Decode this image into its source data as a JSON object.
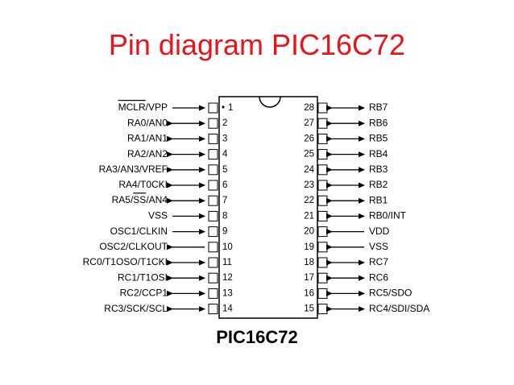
{
  "title": "Pin diagram PIC16C72",
  "title_color": "#e8131b",
  "chip_name": "PIC16C72",
  "pin1_marker": "•",
  "left_pins": [
    {
      "num": "1",
      "label": "MCLR/VPP",
      "dir": "in",
      "overline": "MCLR"
    },
    {
      "num": "2",
      "label": "RA0/AN0",
      "dir": "bi"
    },
    {
      "num": "3",
      "label": "RA1/AN1",
      "dir": "bi"
    },
    {
      "num": "4",
      "label": "RA2/AN2",
      "dir": "bi"
    },
    {
      "num": "5",
      "label": "RA3/AN3/VREF",
      "dir": "bi"
    },
    {
      "num": "6",
      "label": "RA4/T0CKI",
      "dir": "bi"
    },
    {
      "num": "7",
      "label": "RA5/SS/AN4",
      "dir": "bi",
      "overline": "SS"
    },
    {
      "num": "8",
      "label": "VSS",
      "dir": "in"
    },
    {
      "num": "9",
      "label": "OSC1/CLKIN",
      "dir": "in"
    },
    {
      "num": "10",
      "label": "OSC2/CLKOUT",
      "dir": "out"
    },
    {
      "num": "11",
      "label": "RC0/T1OSO/T1CKI",
      "dir": "bi"
    },
    {
      "num": "12",
      "label": "RC1/T1OSI",
      "dir": "bi"
    },
    {
      "num": "13",
      "label": "RC2/CCP1",
      "dir": "bi"
    },
    {
      "num": "14",
      "label": "RC3/SCK/SCL",
      "dir": "bi"
    }
  ],
  "right_pins": [
    {
      "num": "28",
      "label": "RB7",
      "dir": "bi"
    },
    {
      "num": "27",
      "label": "RB6",
      "dir": "bi"
    },
    {
      "num": "26",
      "label": "RB5",
      "dir": "bi"
    },
    {
      "num": "25",
      "label": "RB4",
      "dir": "bi"
    },
    {
      "num": "24",
      "label": "RB3",
      "dir": "bi"
    },
    {
      "num": "23",
      "label": "RB2",
      "dir": "bi"
    },
    {
      "num": "22",
      "label": "RB1",
      "dir": "bi"
    },
    {
      "num": "21",
      "label": "RB0/INT",
      "dir": "bi"
    },
    {
      "num": "20",
      "label": "VDD",
      "dir": "in"
    },
    {
      "num": "19",
      "label": "VSS",
      "dir": "in"
    },
    {
      "num": "18",
      "label": "RC7",
      "dir": "bi"
    },
    {
      "num": "17",
      "label": "RC6",
      "dir": "bi"
    },
    {
      "num": "16",
      "label": "RC5/SDO",
      "dir": "bi"
    },
    {
      "num": "15",
      "label": "RC4/SDI/SDA",
      "dir": "bi"
    }
  ]
}
